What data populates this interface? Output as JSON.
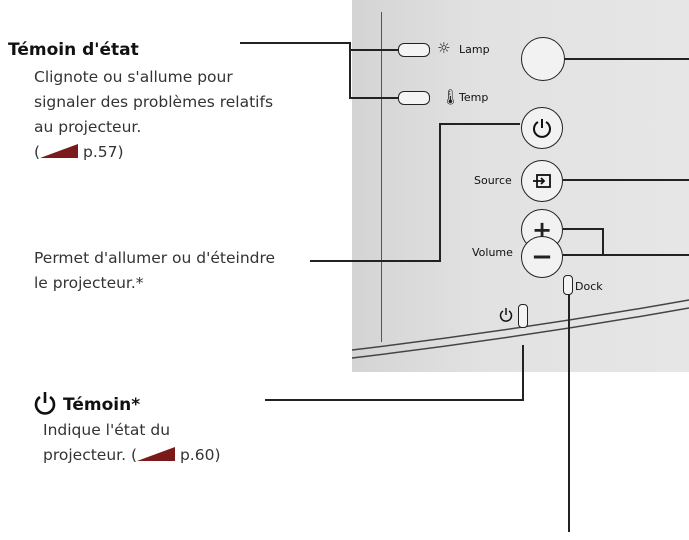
{
  "callouts": {
    "status_title": "Témoin d'état",
    "status_desc_1": "Clignote ou s'allume pour",
    "status_desc_2": "signaler des problèmes relatifs",
    "status_desc_3": "au projecteur.",
    "status_ref": "p.57",
    "power_desc_1": "Permet d'allumer ou d'éteindre",
    "power_desc_2": "le projecteur.*",
    "indicator_title": "Témoin*",
    "indicator_desc_1": "Indique l'état du",
    "indicator_desc_2": "projecteur. (",
    "indicator_ref": "p.60)"
  },
  "panel": {
    "lamp_label": "Lamp",
    "temp_label": "Temp",
    "source_label": "Source",
    "volume_label": "Volume",
    "dock_label": "Dock"
  },
  "colors": {
    "arrow": "#7a1a1a",
    "lines": "#222222"
  }
}
